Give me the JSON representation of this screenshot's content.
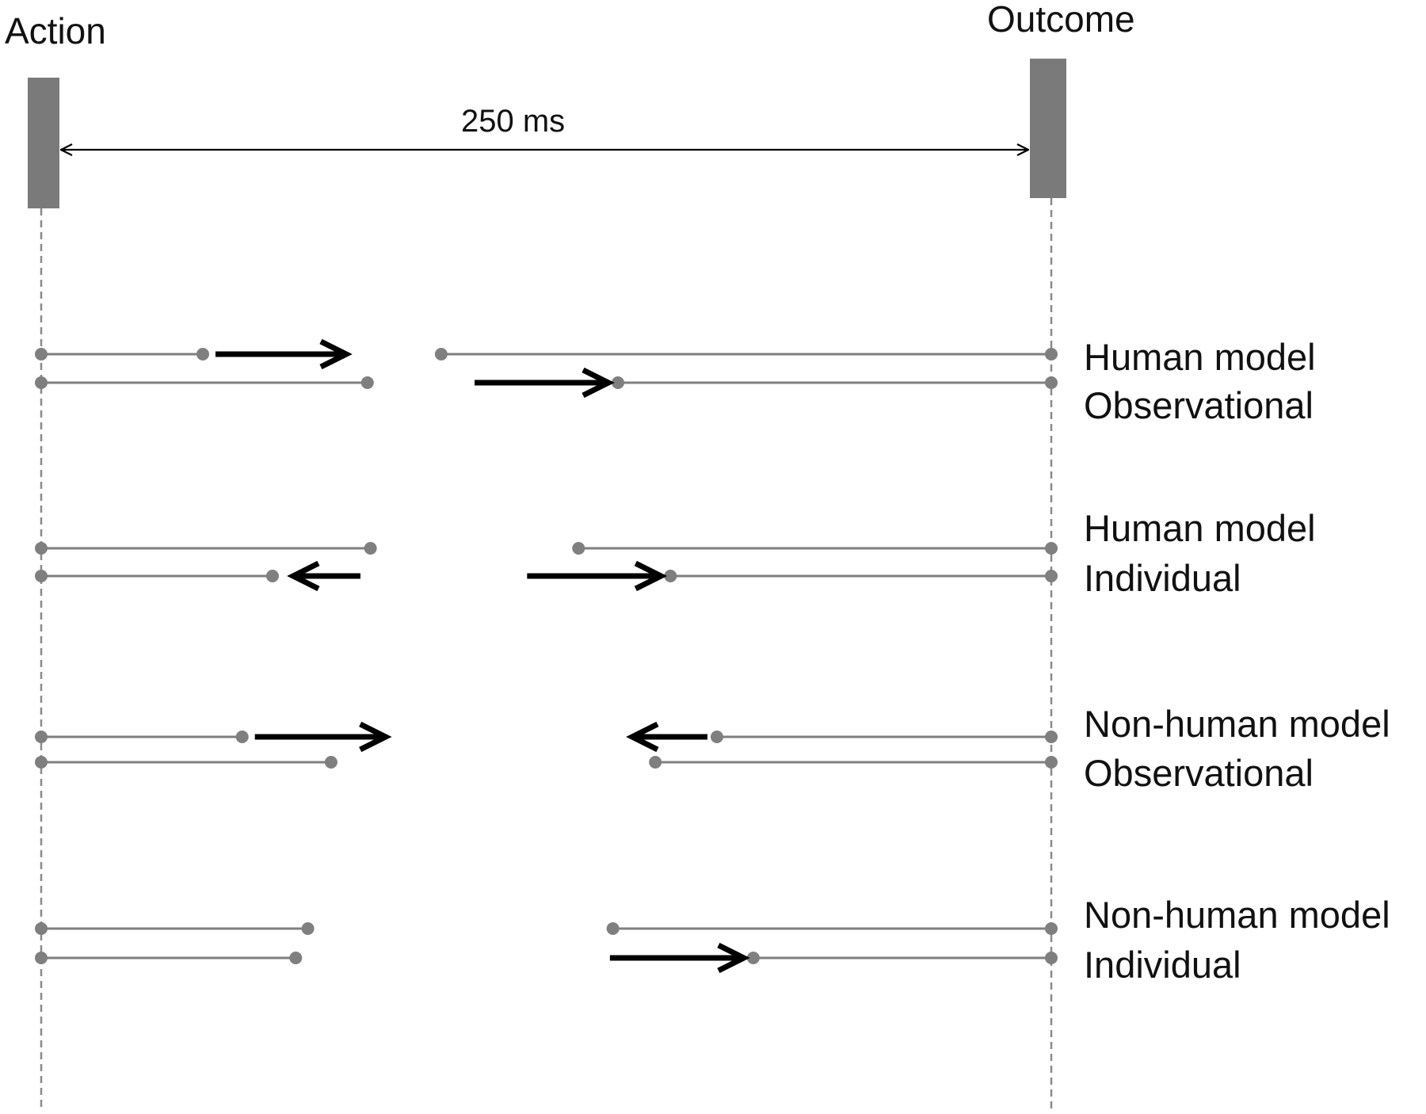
{
  "labels": {
    "action": "Action",
    "outcome": "Outcome",
    "interval": "250 ms"
  },
  "conditions": [
    {
      "line1": "Human model",
      "line2": "Observational",
      "action_rows": [
        {
          "end": 0.16,
          "shift": "right"
        },
        {
          "end": 0.323
        }
      ],
      "outcome_rows": [
        {
          "start": 0.396
        },
        {
          "start": 0.571,
          "shift": "right"
        }
      ]
    },
    {
      "line1": "Human model",
      "line2": "Individual",
      "action_rows": [
        {
          "end": 0.326
        },
        {
          "end": 0.229,
          "shift": "left"
        }
      ],
      "outcome_rows": [
        {
          "start": 0.532
        },
        {
          "start": 0.623,
          "shift": "right"
        }
      ]
    },
    {
      "line1": "Non-human model",
      "line2": "Observational",
      "action_rows": [
        {
          "end": 0.199,
          "shift": "right"
        },
        {
          "end": 0.287
        }
      ],
      "outcome_rows": [
        {
          "start": 0.669,
          "shift": "left"
        },
        {
          "start": 0.608
        }
      ]
    },
    {
      "line1": "Non-human model",
      "line2": "Individual",
      "action_rows": [
        {
          "end": 0.264
        },
        {
          "end": 0.252
        }
      ],
      "outcome_rows": [
        {
          "start": 0.566
        },
        {
          "start": 0.705,
          "shift": "right"
        }
      ]
    }
  ],
  "colors": {
    "bar": "#7a7a7a",
    "line": "#7f7f7f",
    "dot": "#7f7f7f",
    "arrow": "#000000",
    "text": "#111111"
  }
}
